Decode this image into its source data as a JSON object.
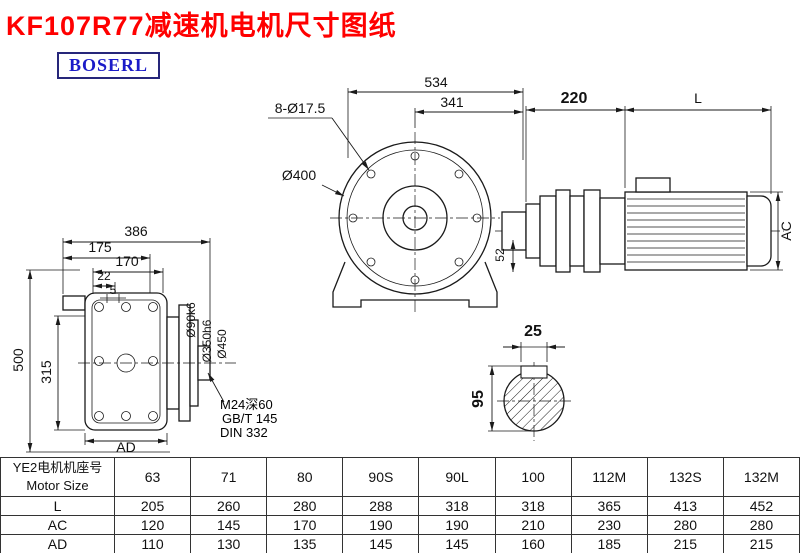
{
  "page": {
    "title": "KF107R77减速机电机尺寸图纸",
    "logo": "BOSERL"
  },
  "colors": {
    "title": "#ff0000",
    "logo_text": "#1b1bc8",
    "line": "#1a1a1a"
  },
  "drawing": {
    "front_view": {
      "dim_total_width": "534",
      "dim_right_width": "341",
      "dim_bolt_holes": "8-Ø17.5",
      "dim_flange_dia": "Ø400",
      "dim_adapter_len": "220",
      "dim_motor_len": "L",
      "dim_motor_dia": "AC",
      "dim_52": "52"
    },
    "side_view": {
      "dim_386": "386",
      "dim_175": "175",
      "dim_170": "170",
      "dim_22": "22",
      "dim_5": "5",
      "dim_500": "500",
      "dim_315": "315",
      "dim_AD": "AD",
      "dim_shaft_dia": "Ø90k6",
      "dim_spigot_dia": "Ø350h6",
      "dim_flange_dia": "Ø450",
      "note_tap_hole": "M24深60",
      "note_std_1": "GB/T 145",
      "note_std_2": "DIN 332"
    },
    "shaft_section": {
      "dim_key_width": "25",
      "dim_key_height": "95"
    }
  },
  "table": {
    "header_cn": "YE2电机机座号",
    "header_en": "Motor Size",
    "columns": [
      "63",
      "71",
      "80",
      "90S",
      "90L",
      "100",
      "112M",
      "132S",
      "132M"
    ],
    "rows": [
      {
        "label": "L",
        "values": [
          "205",
          "260",
          "280",
          "288",
          "318",
          "318",
          "365",
          "413",
          "452"
        ]
      },
      {
        "label": "AC",
        "values": [
          "120",
          "145",
          "170",
          "190",
          "190",
          "210",
          "230",
          "280",
          "280"
        ]
      },
      {
        "label": "AD",
        "values": [
          "110",
          "130",
          "135",
          "145",
          "145",
          "160",
          "185",
          "215",
          "215"
        ]
      }
    ]
  }
}
